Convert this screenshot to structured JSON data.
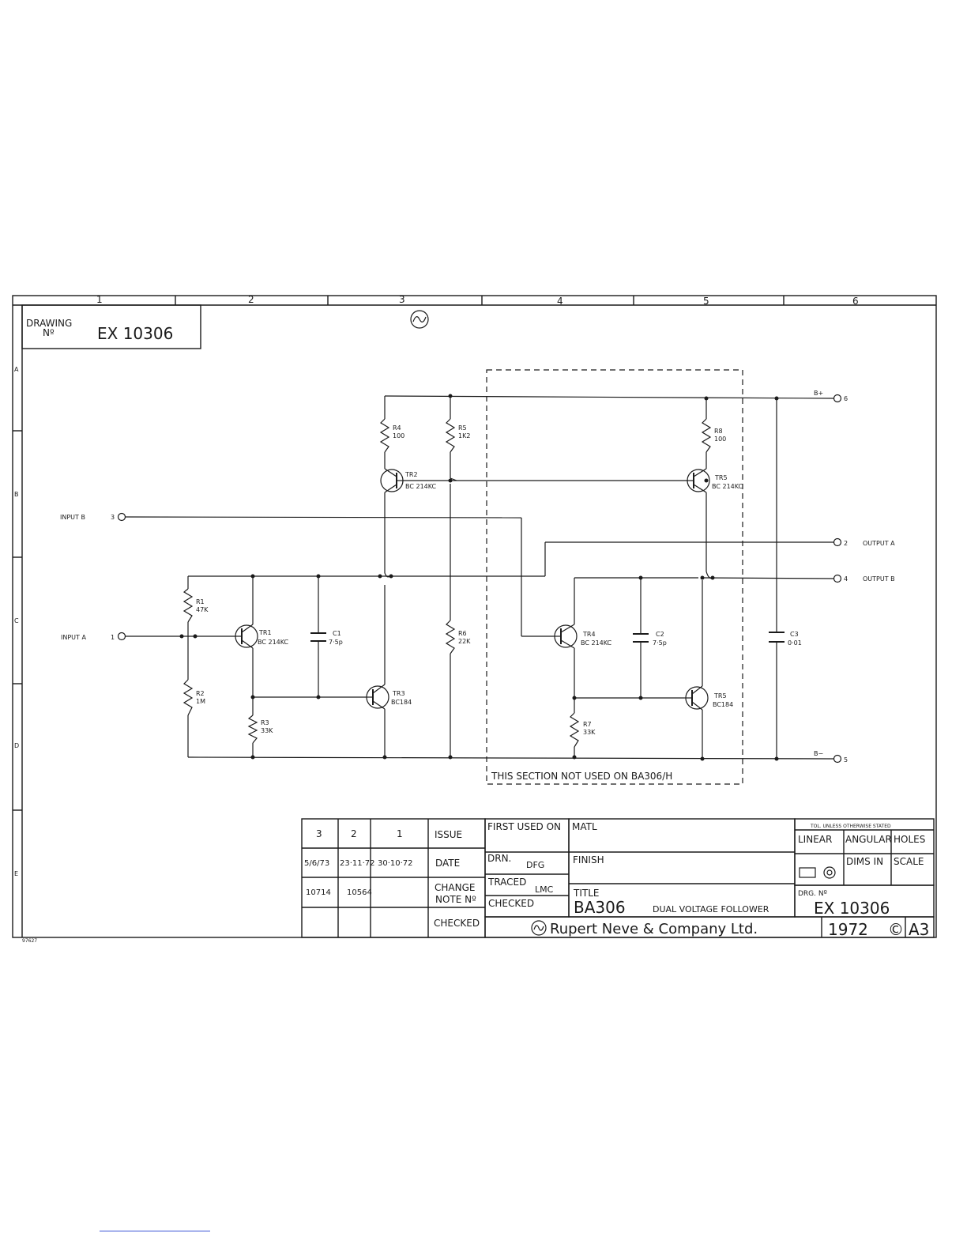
{
  "sheet": {
    "drawing_no_label": "DRAWING",
    "drawing_no_sub": "Nº",
    "drawing_no": "EX 10306",
    "columns": [
      "1",
      "2",
      "3",
      "4",
      "5",
      "6"
    ],
    "rows": [
      "A",
      "B",
      "C",
      "D",
      "E"
    ],
    "corner_mark": "97627"
  },
  "schematic": {
    "terminals": {
      "input_a": "INPUT A",
      "input_a_pin": "1",
      "input_b": "INPUT B",
      "input_b_pin": "3",
      "bplus": "B+",
      "bplus_pin": "6",
      "output_a": "OUTPUT A",
      "output_a_pin": "2",
      "output_b": "OUTPUT B",
      "output_b_pin": "4",
      "bminus": "B−",
      "bminus_pin": "5"
    },
    "components": {
      "R1": {
        "ref": "R1",
        "val": "47K"
      },
      "R2": {
        "ref": "R2",
        "val": "1M"
      },
      "R3": {
        "ref": "R3",
        "val": "33K"
      },
      "R4": {
        "ref": "R4",
        "val": "100"
      },
      "R5": {
        "ref": "R5",
        "val": "1K2"
      },
      "R6": {
        "ref": "R6",
        "val": "22K"
      },
      "R7": {
        "ref": "R7",
        "val": "33K"
      },
      "R8": {
        "ref": "R8",
        "val": "100"
      },
      "C1": {
        "ref": "C1",
        "val": "7·5p"
      },
      "C2": {
        "ref": "C2",
        "val": "7·5p"
      },
      "C3": {
        "ref": "C3",
        "val": "0·01"
      },
      "TR1": {
        "ref": "TR1",
        "val": "BC 214KC"
      },
      "TR2": {
        "ref": "TR2",
        "val": "BC 214KC"
      },
      "TR3": {
        "ref": "TR3",
        "val": "BC184"
      },
      "TR4": {
        "ref": "TR4",
        "val": "BC 214KC"
      },
      "TR5": {
        "ref": "TR5",
        "val": "BC 214KC"
      },
      "TR6": {
        "ref": "TR5",
        "val": "BC184"
      }
    },
    "section_note": "THIS SECTION NOT USED ON BA306/H"
  },
  "title_block": {
    "issue_cols": [
      "3",
      "2",
      "1"
    ],
    "issue_label": "ISSUE",
    "dates": [
      "5/6/73",
      "23·11·72",
      "30·10·72"
    ],
    "date_label": "DATE",
    "change_notes": [
      "10714",
      "10564",
      ""
    ],
    "change_label_1": "CHANGE",
    "change_label_2": "NOTE Nº",
    "checked_label": "CHECKED",
    "first_used_on": "FIRST USED ON",
    "matl": "MATL",
    "drn_label": "DRN.",
    "drn_value": "DFG",
    "traced_label": "TRACED",
    "traced_value": "LMC",
    "checked2_label": "CHECKED",
    "finish_label": "FINISH",
    "title_label": "TITLE",
    "title_code": "BA306",
    "title_text": "DUAL VOLTAGE FOLLOWER",
    "tol_header": "TOL. UNLESS OTHERWISE STATED",
    "linear": "LINEAR",
    "angular": "ANGULAR",
    "holes": "HOLES",
    "dims_in": "DIMS IN",
    "scale": "SCALE",
    "drg_no_label": "DRG. Nº",
    "drg_no": "EX 10306",
    "company": "Rupert Neve & Company Ltd.",
    "year": "1972",
    "copyright": "©",
    "size": "A3"
  }
}
